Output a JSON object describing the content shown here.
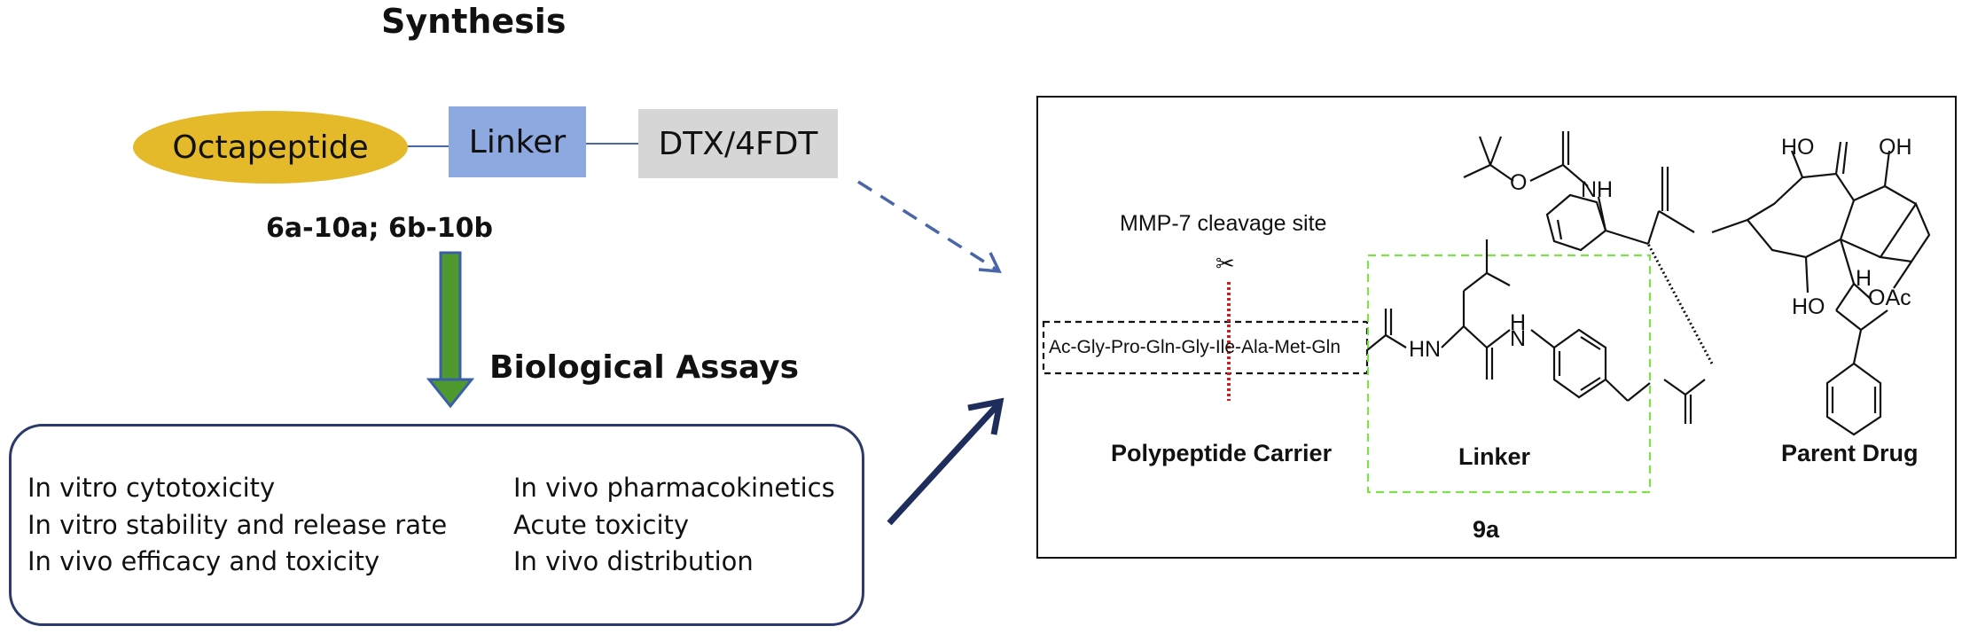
{
  "synthesis": {
    "title": "Synthesis",
    "octapeptide_label": "Octapeptide",
    "linker_label": "Linker",
    "drug_label": "DTX/4FDT",
    "compounds_label": "6a-10a; 6b-10b"
  },
  "assays": {
    "title": "Biological Assays",
    "left_items": [
      "In vitro cytotoxicity",
      "In vitro stability and release rate",
      "In vivo efficacy and toxicity"
    ],
    "right_items": [
      "In vivo pharmacokinetics",
      "Acute toxicity",
      "In vivo distribution"
    ]
  },
  "structure": {
    "cleavage_label": "MMP-7 cleavage site",
    "peptide_sequence": "Ac-Gly-Pro-Gln-Gly-Ile-Ala-Met-Gln",
    "carrier_label": "Polypeptide Carrier",
    "linker_label": "Linker",
    "parent_label": "Parent Drug",
    "compound_label": "9a",
    "atoms": {
      "hn1": "HN",
      "hn2": "H",
      "hn2b": "N",
      "nh": "NH",
      "h_ring": "H",
      "oac": "OAc",
      "ho1": "HO",
      "oh1": "OH",
      "ho2": "HO",
      "o": "O"
    }
  },
  "colors": {
    "octapeptide": "#e4b92a",
    "linker": "#8ea8e0",
    "drug": "#d6d6d6",
    "arrow_green": "#4e9a2e",
    "arrow_navy": "#1f2d5c",
    "dashed_arrow": "#4a66a8",
    "linker_frame": "#7ee04a",
    "cleavage_line": "#cc1f1f"
  }
}
